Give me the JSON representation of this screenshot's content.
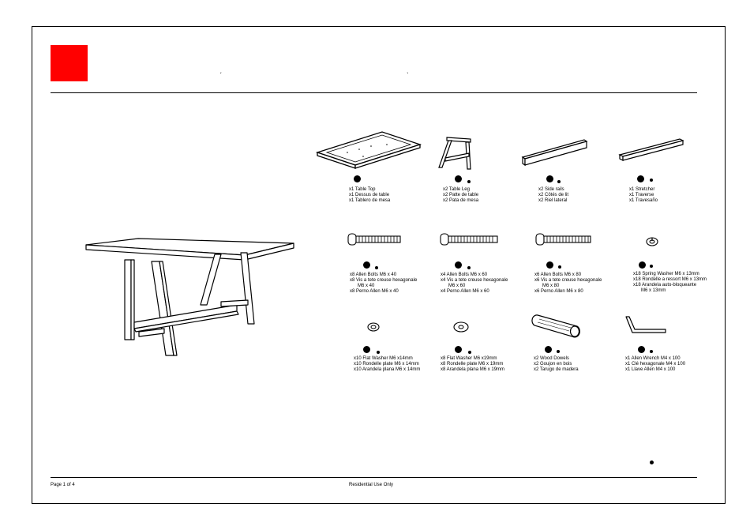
{
  "brand": {
    "color": "#ff0000"
  },
  "header": {
    "mark_left": "ˏ",
    "mark_right": "ˎ"
  },
  "footer": {
    "page": "Page 1 of 4",
    "usage": "Residential Use Only"
  },
  "illustration": {
    "icon": "dining-table-assembled"
  },
  "parts": [
    {
      "icon": "table-top",
      "lines": [
        "x1 Table Top",
        "x1 Dessus de table",
        "x1 Tablero de mesa"
      ]
    },
    {
      "icon": "table-leg",
      "lines": [
        "x2 Table Leg",
        "x2 Patte de table",
        "x2 Pata de mesa"
      ]
    },
    {
      "icon": "side-rail",
      "lines": [
        "x2 Side rails",
        "x2 Côtés de lit",
        "x2 Riel lateral"
      ]
    },
    {
      "icon": "stretcher",
      "lines": [
        "x1 Stretcher",
        "x1 Traverse",
        "x1 Travesaño"
      ]
    },
    {
      "icon": "allen-bolt-40",
      "lines": [
        "x8 Allen Bolts M6 x 40",
        "x8 Vis a tete creuse hexagonale",
        "M6 x 40",
        "x8 Perno Allen M6 x 40"
      ]
    },
    {
      "icon": "allen-bolt-60",
      "lines": [
        "x4 Allen Bolts M6 x 60",
        "x4 Vis a tete creuse hexagonale",
        "M6 x 60",
        "x4 Perno Allen M6 x 60"
      ]
    },
    {
      "icon": "allen-bolt-80",
      "lines": [
        "x6 Allen Bolts M6 x 80",
        "x6 Vis a tete creuse hexagonale",
        "M6 x 80",
        "x6 Perno Allen M6 x 80"
      ]
    },
    {
      "icon": "spring-washer",
      "lines": [
        "x18 Spring Washer M6 x 13mm",
        "x18 Rondelle a ressort M6 x 13mm",
        "x18 Arandela auto-bloqueante",
        "M6 x 13mm"
      ]
    },
    {
      "icon": "flat-washer-14",
      "lines": [
        "x10 Flat Washer M6 x14mm",
        "x10 Rondelle plate M6 x 14mm",
        "x10 Arandela plana M6 x 14mm"
      ]
    },
    {
      "icon": "flat-washer-19",
      "lines": [
        "x8 Flat Washer M6 x19mm",
        "x8 Rondelle plate M6 x 19mm",
        "x8 Arandela plana M6 x 19mm"
      ]
    },
    {
      "icon": "wood-dowel",
      "lines": [
        "x2 Wood Dowels",
        "x2 Goujon en bois",
        "x2 Tarugo de madera"
      ]
    },
    {
      "icon": "allen-wrench",
      "lines": [
        "x1 Allen Wrench M4 x 100",
        "x1 Clé hexagonale M4 x 100",
        "x1 Llave Allen M4 x 100"
      ]
    }
  ]
}
